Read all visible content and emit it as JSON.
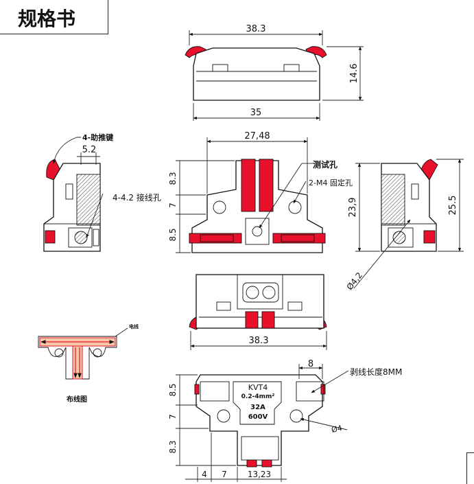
{
  "title": "规格书",
  "front_view": {
    "dim_width": "38.3",
    "dim_height": "14.6",
    "dim_base": "35"
  },
  "left_view": {
    "label_button": "4-助推键",
    "dim_52": "5.2",
    "label_wire_hole": "4-4.2 接线孔"
  },
  "center_view": {
    "dim_top": "27,48",
    "label_test_hole": "测试孔",
    "label_mount_hole": "2-M4 固定孔",
    "dim_83": "8.3",
    "dim_7": "7",
    "dim_85": "8.5"
  },
  "right_view": {
    "dim_239": "23,9",
    "dim_255": "25.5",
    "dim_dia": "Ø4,2"
  },
  "bottom_view": {
    "dim_width": "38.3"
  },
  "wiring_diagram": {
    "label_wire": "电线",
    "caption": "布线图"
  },
  "top_view": {
    "model": "KVT4",
    "range": "0.2-4mm²",
    "current": "32A",
    "voltage": "600V",
    "dim_8": "8",
    "label_strip": "剥线长度8MM",
    "dim_85": "8.5",
    "dim_7": "7",
    "dim_83": "8.3",
    "dim_dia4": "Ø4",
    "dim_b4": "4",
    "dim_b7": "7",
    "dim_b1323": "13,23"
  },
  "colors": {
    "accent": "#e8102a",
    "line": "#111111"
  }
}
